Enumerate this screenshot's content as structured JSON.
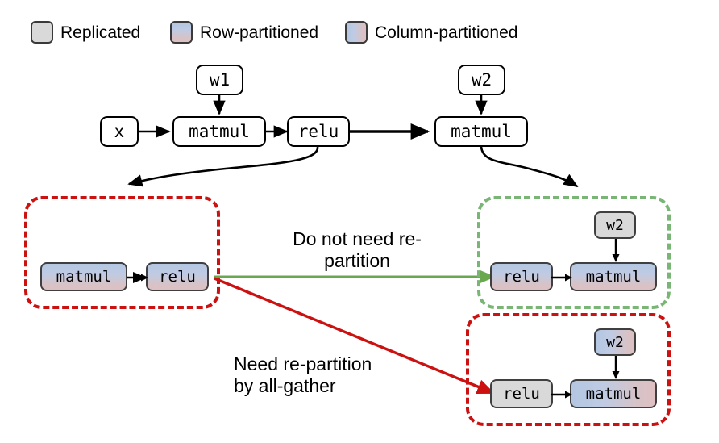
{
  "legend": {
    "items": [
      {
        "label": "Replicated",
        "swatch": "replicated-swatch",
        "fill": "replicated",
        "color": "#d9d9d9"
      },
      {
        "label": "Row-partitioned",
        "swatch": "row-partitioned-swatch",
        "fill": "row",
        "color": "#b3c6e2"
      },
      {
        "label": "Column-partitioned",
        "swatch": "column-partitioned-swatch",
        "fill": "col",
        "color": "#b3c6e2"
      }
    ]
  },
  "top_graph": {
    "nodes": {
      "x": "x",
      "w1": "w1",
      "matmul1": "matmul",
      "relu": "relu",
      "w2": "w2",
      "matmul2": "matmul"
    }
  },
  "left_group": {
    "style": "red-dashed",
    "border_color": "#cc1111",
    "nodes": {
      "matmul": {
        "label": "matmul",
        "fill": "row"
      },
      "relu": {
        "label": "relu",
        "fill": "row"
      }
    }
  },
  "right_top_group": {
    "style": "green-dashed",
    "border_color": "#79b574",
    "nodes": {
      "w2": {
        "label": "w2",
        "fill": "replicated"
      },
      "relu": {
        "label": "relu",
        "fill": "row"
      },
      "matmul": {
        "label": "matmul",
        "fill": "row"
      }
    }
  },
  "right_bottom_group": {
    "style": "red-dashed",
    "border_color": "#cc1111",
    "nodes": {
      "w2": {
        "label": "w2",
        "fill": "col"
      },
      "relu": {
        "label": "relu",
        "fill": "replicated"
      },
      "matmul": {
        "label": "matmul",
        "fill": "col"
      }
    }
  },
  "annotations": {
    "no_repartition": "Do not need re-\npartition",
    "need_repartition": "Need re-partition\nby all-gather"
  },
  "colors": {
    "green_edge": "#6aa84f",
    "red_edge": "#cc1111",
    "black_edge": "#000000"
  }
}
